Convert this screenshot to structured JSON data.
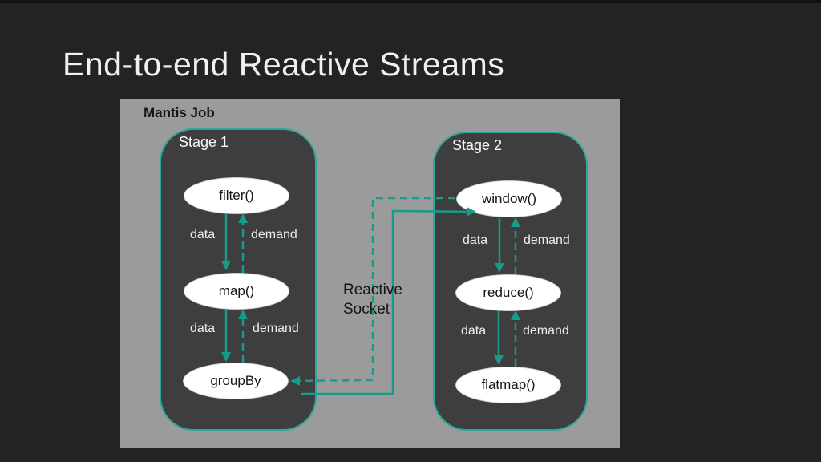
{
  "title": "End-to-end Reactive Streams",
  "diagram": {
    "container_label": "Mantis Job",
    "stages": [
      {
        "label": "Stage 1",
        "operators": [
          "filter()",
          "map()",
          "groupBy"
        ]
      },
      {
        "label": "Stage 2",
        "operators": [
          "window()",
          "reduce()",
          "flatmap()"
        ]
      }
    ],
    "edge_labels": {
      "data": "data",
      "demand": "demand"
    },
    "socket_label": {
      "line1": "Reactive",
      "line2": "Socket"
    },
    "colors": {
      "background": "#232323",
      "panel": "#9b9b9b",
      "stage_fill": "#3e3e3e",
      "accent_teal": "#189b8d",
      "stage_border": "#2aa99b",
      "node_fill": "#ffffff",
      "title_text": "#f1f1f1",
      "dark_text": "#161616",
      "light_text": "#ededed"
    }
  }
}
